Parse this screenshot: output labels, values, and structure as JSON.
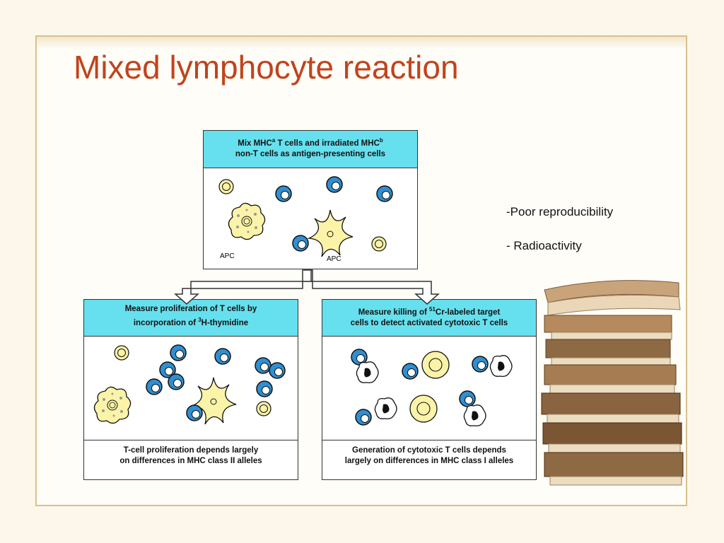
{
  "slide": {
    "title": "Mixed lymphocyte reaction",
    "bullets": [
      "-Poor reproducibility",
      "- Radioactivity"
    ]
  },
  "top_box": {
    "header_line1_pre": "Mix MHC",
    "header_line1_sup1": "a",
    "header_line1_mid": " T cells and irradiated MHC",
    "header_line1_sup2": "b",
    "header_line2": "non-T cells as antigen-presenting cells",
    "apc_label_left": "APC",
    "apc_label_right": "APC"
  },
  "left_box": {
    "header_line1": "Measure proliferation of T cells by",
    "header_line2_pre": "incorporation of ",
    "header_line2_sup": "3",
    "header_line2_post": "H-thymidine",
    "caption_line1": "T-cell proliferation depends largely",
    "caption_line2": "on differences in MHC class II alleles"
  },
  "right_box": {
    "header_line1_pre": "Measure killing of ",
    "header_line1_sup": "51",
    "header_line1_post": "Cr-labeled target",
    "header_line2": "cells to detect activated cytotoxic T cells",
    "caption_line1": "Generation of cytotoxic T cells depends",
    "caption_line2": "largely on differences in MHC class I alleles"
  },
  "colors": {
    "title": "#c0441c",
    "header_fill": "#66e0ee",
    "t_cell_blue": "#2f8fd0",
    "yellow_cell": "#fbf3a8"
  }
}
